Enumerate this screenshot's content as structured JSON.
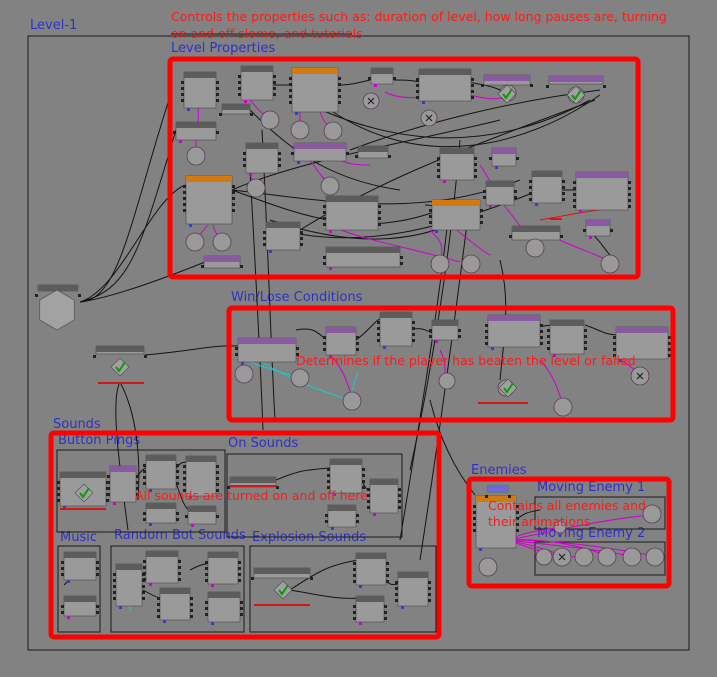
{
  "canvas_title": "Level-1",
  "annotations": {
    "top_note_line1": "Controls the properties such as:  duration of level, how long pauses are, turning",
    "top_note_line2": "on and off slomo, and tutorials",
    "win_lose_note": "Determines if the player has beaten the level or failed",
    "sounds_note": "All sounds are turned on and off here",
    "enemies_note_line1": "Contains all enemies and",
    "enemies_note_line2": "their animations"
  },
  "groups": {
    "level_properties": "Level Properties",
    "win_lose": "Win/Lose Conditions",
    "sounds": "Sounds",
    "button_pings": "Button Pings",
    "on_sounds": "On Sounds",
    "music": "Music",
    "random_bot_sounds": "Random Bot Sounds",
    "explosion_sounds": "Explosion Sounds",
    "enemies": "Enemies",
    "moving_enemy_1": "Moving Enemy 1",
    "moving_enemy_2": "Moving Enemy 2"
  },
  "colors": {
    "background": "#828282",
    "node_body": "#9a9a9a",
    "node_header": "#5c5c5c",
    "node_header_orange": "#d27a12",
    "group_border": "#1a1a1a",
    "highlight_red": "#ff0000",
    "label_blue": "#3030c8",
    "wire_black": "#141414",
    "wire_magenta": "#d000d0",
    "wire_cyan": "#20c8c8",
    "annotation_red": "#ff1a1a"
  }
}
